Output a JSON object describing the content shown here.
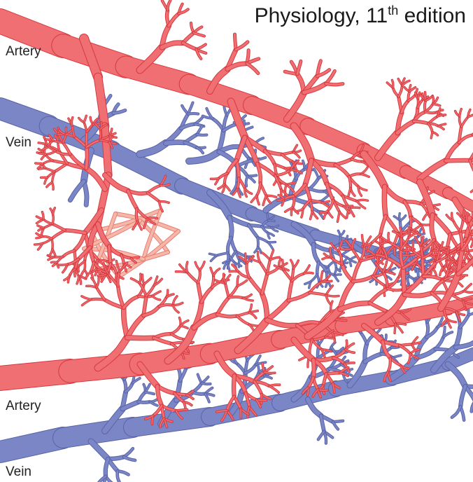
{
  "header": {
    "title_pre": "Physiology, 11",
    "title_sup": "th",
    "title_post": " edition"
  },
  "labels": {
    "artery_top": "Artery",
    "vein_top": "Vein",
    "artery_bottom": "Artery",
    "vein_bottom": "Vein"
  },
  "colors": {
    "artery_fill": "#ef6f72",
    "artery_edge": "#d63a40",
    "vein_fill": "#7b86c6",
    "vein_edge": "#5a64a8",
    "capillary_fill": "#f6b7a8",
    "capillary_edge": "#e67f73"
  }
}
